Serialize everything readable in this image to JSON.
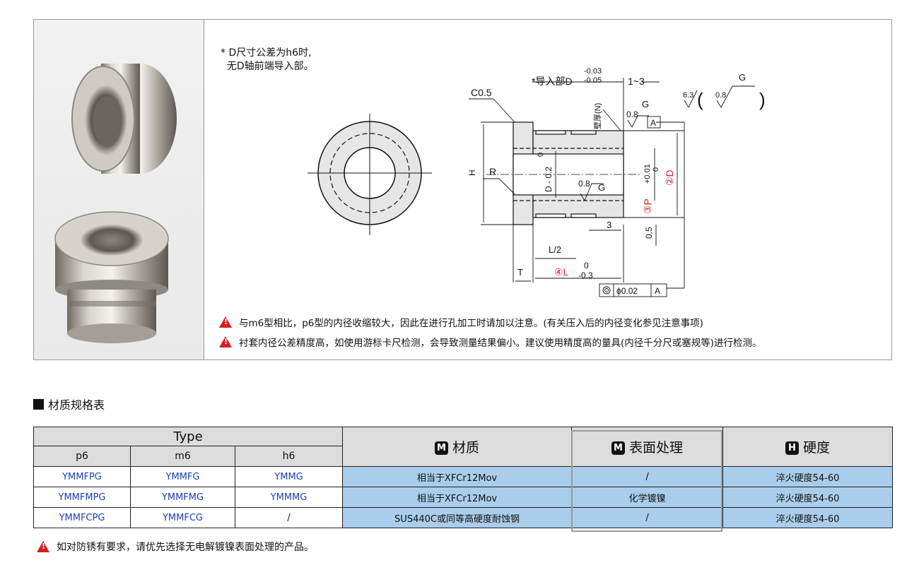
{
  "drawing": {
    "note_top": "* D尺寸公差为h6时,\n  无D轴前端导入部。",
    "label_c05": "C0.5",
    "label_lead": "*导入部D",
    "label_lead_tol_up": "-0.03",
    "label_lead_tol_dn": "-0.05",
    "label_1to3": "1~3",
    "label_wall": "壁厚(N)",
    "label_g": "G",
    "label_08": "0.8",
    "label_a": "A",
    "label_63": "6.3",
    "label_r": "R",
    "label_h": "H",
    "label_d02": "D - 0.2",
    "label_d02_top": "0",
    "label_p": "③P",
    "label_p_tol_up": "+0.01",
    "label_p_tol_dn": "0",
    "label_d": "②D",
    "label_3": "3",
    "label_05": "0.5",
    "label_l2": "L/2",
    "label_t": "T",
    "label_l": "④L",
    "label_l_tol_up": "0",
    "label_l_tol_dn": "-0.3",
    "label_conc": "ϕ0.02",
    "warning_1": "与m6型相比，p6型的内径收缩较大，因此在进行孔加工时请加以注意。(有关压入后的内径变化参见注意事项)",
    "warning_2": "衬套内径公差精度高，如使用游标卡尺检测，会导致测量结果偏小。建议使用精度高的量具(内径千分尺或塞规等)进行检测。"
  },
  "section_title": "材质规格表",
  "table": {
    "type_label": "Type",
    "sub_headers": [
      "p6",
      "m6",
      "h6"
    ],
    "material_badge": "M",
    "material_label": "材质",
    "surface_badge": "M",
    "surface_label": "表面处理",
    "hardness_badge": "H",
    "hardness_label": "硬度",
    "rows": [
      {
        "p6": "YMMFPG",
        "m6": "YMMFG",
        "h6": "YMMG",
        "material": "相当于XFCr12Mov",
        "surface": "/",
        "hardness": "淬火硬度54-60"
      },
      {
        "p6": "YMMFMPG",
        "m6": "YMMFMG",
        "h6": "YMMMG",
        "material": "相当于XFCr12Mov",
        "surface": "化学镀镍",
        "hardness": "淬火硬度54-60"
      },
      {
        "p6": "YMMFCPG",
        "m6": "YMMFCG",
        "h6": "/",
        "material": "SUS440C或同等高硬度耐蚀钢",
        "surface": "/",
        "hardness": "淬火硬度54-60"
      }
    ]
  },
  "footer_note": "如对防锈有要求，请优先选择无电解镀镍表面处理的产品。",
  "colors": {
    "warning": "#d51f1f",
    "link": "#1a3fb8",
    "header_bg": "#dcdcdc",
    "cell_blue": "#a9cdea"
  }
}
